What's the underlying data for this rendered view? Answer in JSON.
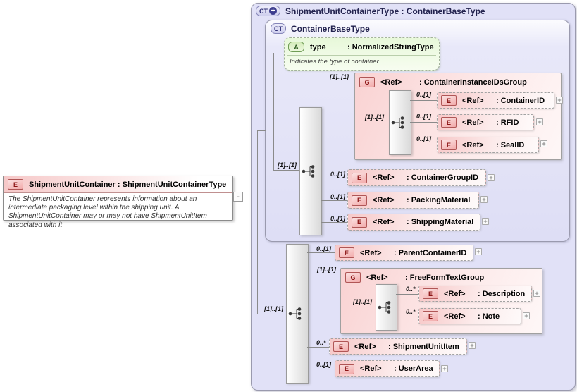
{
  "root_element": {
    "badge": "E",
    "title": "ShipmentUnitContainer : ShipmentUnitContainerType",
    "annotation": "The ShipmentUnitContainer represents information about an intermediate packaging level within the shipping unit.  A ShipmentUnitContainer may or may not have ShipmentUnitItem associated with it",
    "collapse_glyph": "-"
  },
  "outer_type": {
    "badge": "CT",
    "plus_glyph": "+",
    "title": "ShipmentUnitContainerType : ContainerBaseType"
  },
  "base_type": {
    "badge": "CT",
    "title": "ContainerBaseType",
    "attribute": {
      "badge": "A",
      "name": "type",
      "type": ": NormalizedStringType",
      "annotation": "Indicates the type of container."
    },
    "seq_card": "[1]..[1]",
    "instance_group": {
      "badge": "G",
      "ref": "<Ref>",
      "title": ": ContainerInstanceIDsGroup",
      "card": "[1]..[1]",
      "seq_card": "[1]..[1]",
      "children": [
        {
          "badge": "E",
          "ref": "<Ref>",
          "title": ": ContainerID",
          "card": "0..[1]",
          "expand": "+"
        },
        {
          "badge": "E",
          "ref": "<Ref>",
          "title": ": RFID",
          "card": "0..[1]",
          "expand": "+"
        },
        {
          "badge": "E",
          "ref": "<Ref>",
          "title": ": SealID",
          "card": "0..[1]",
          "expand": "+"
        }
      ]
    },
    "elements": [
      {
        "badge": "E",
        "ref": "<Ref>",
        "title": ": ContainerGroupID",
        "card": "0..[1]",
        "expand": "+"
      },
      {
        "badge": "E",
        "ref": "<Ref>",
        "title": ": PackingMaterial",
        "card": "0..[1]",
        "expand": "+"
      },
      {
        "badge": "E",
        "ref": "<Ref>",
        "title": ": ShippingMaterial",
        "card": "0..[1]",
        "expand": "+"
      }
    ]
  },
  "extension": {
    "seq_card": "[1]..[1]",
    "parent_container": {
      "badge": "E",
      "ref": "<Ref>",
      "title": ": ParentContainerID",
      "card": "0..[1]",
      "expand": "+"
    },
    "freeform_group": {
      "badge": "G",
      "ref": "<Ref>",
      "title": ": FreeFormTextGroup",
      "card": "[1]..[1]",
      "seq_card": "[1]..[1]",
      "children": [
        {
          "badge": "E",
          "ref": "<Ref>",
          "title": ": Description",
          "card": "0..*",
          "expand": "+"
        },
        {
          "badge": "E",
          "ref": "<Ref>",
          "title": ": Note",
          "card": "0..*",
          "expand": "+"
        }
      ]
    },
    "shipment_unit_item": {
      "badge": "E",
      "ref": "<Ref>",
      "title": ": ShipmentUnitItem",
      "card": "0..*",
      "expand": "+"
    },
    "user_area": {
      "badge": "E",
      "ref": "<Ref>",
      "title": ": UserArea",
      "card": "0..[1]",
      "expand": "+"
    }
  }
}
